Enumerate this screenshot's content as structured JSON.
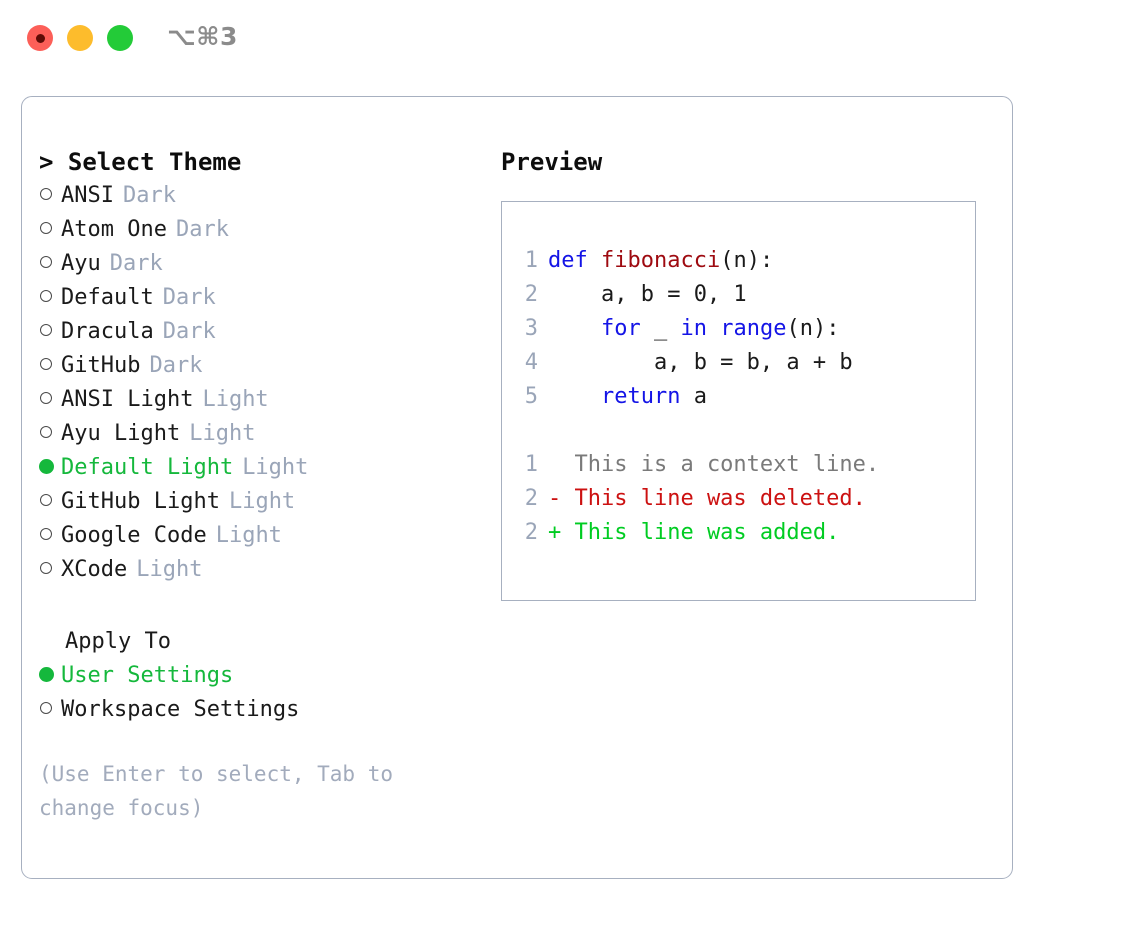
{
  "titlebar": {
    "shortcut": "⌥⌘3",
    "buttons": [
      {
        "name": "close",
        "color": "#fc5f58"
      },
      {
        "name": "minimize",
        "color": "#fdbc2c"
      },
      {
        "name": "maximize",
        "color": "#23cb38"
      }
    ]
  },
  "theme_picker": {
    "header": "> Select Theme",
    "items": [
      {
        "label": "ANSI",
        "badge": "Dark",
        "selected": false
      },
      {
        "label": "Atom One",
        "badge": "Dark",
        "selected": false
      },
      {
        "label": "Ayu",
        "badge": "Dark",
        "selected": false
      },
      {
        "label": "Default",
        "badge": "Dark",
        "selected": false
      },
      {
        "label": "Dracula",
        "badge": "Dark",
        "selected": false
      },
      {
        "label": "GitHub",
        "badge": "Dark",
        "selected": false
      },
      {
        "label": "ANSI Light",
        "badge": "Light",
        "selected": false
      },
      {
        "label": "Ayu Light",
        "badge": "Light",
        "selected": false
      },
      {
        "label": "Default Light",
        "badge": "Light",
        "selected": true
      },
      {
        "label": "GitHub Light",
        "badge": "Light",
        "selected": false
      },
      {
        "label": "Google Code",
        "badge": "Light",
        "selected": false
      },
      {
        "label": "XCode",
        "badge": "Light",
        "selected": false
      }
    ]
  },
  "apply_to": {
    "header": "Apply To",
    "items": [
      {
        "label": "User Settings",
        "selected": true
      },
      {
        "label": "Workspace Settings",
        "selected": false
      }
    ]
  },
  "hint": "(Use Enter to select, Tab to change focus)",
  "preview": {
    "header": "Preview",
    "code_lines": [
      {
        "num": "1",
        "tokens": [
          {
            "t": "def",
            "c": "kw"
          },
          {
            "t": " ",
            "c": "pl"
          },
          {
            "t": "fibonacci",
            "c": "fn"
          },
          {
            "t": "(n):",
            "c": "pl"
          }
        ]
      },
      {
        "num": "2",
        "tokens": [
          {
            "t": "    a, b = 0, 1",
            "c": "pl"
          }
        ]
      },
      {
        "num": "3",
        "tokens": [
          {
            "t": "    ",
            "c": "pl"
          },
          {
            "t": "for",
            "c": "kw"
          },
          {
            "t": " _ ",
            "c": "pl"
          },
          {
            "t": "in",
            "c": "kw"
          },
          {
            "t": " ",
            "c": "pl"
          },
          {
            "t": "range",
            "c": "kw"
          },
          {
            "t": "(n):",
            "c": "pl"
          }
        ]
      },
      {
        "num": "4",
        "tokens": [
          {
            "t": "        a, b = b, a + b",
            "c": "pl"
          }
        ]
      },
      {
        "num": "5",
        "tokens": [
          {
            "t": "    ",
            "c": "pl"
          },
          {
            "t": "return",
            "c": "kw"
          },
          {
            "t": " a",
            "c": "pl"
          }
        ]
      }
    ],
    "diff_lines": [
      {
        "num": "1",
        "text": "  This is a context line.",
        "kind": "ctx"
      },
      {
        "num": "2",
        "text": "- This line was deleted.",
        "kind": "del"
      },
      {
        "num": "2",
        "text": "+ This line was added.",
        "kind": "add"
      }
    ]
  },
  "colors": {
    "accent_green": "#15b83c",
    "badge_gray": "#9aa5b8",
    "border": "#a7b0c0",
    "keyword_blue": "#1414e6",
    "function_red": "#9e0a10",
    "diff_add": "#00cc22",
    "diff_del": "#cc1111",
    "diff_ctx": "#7a7a7a"
  }
}
